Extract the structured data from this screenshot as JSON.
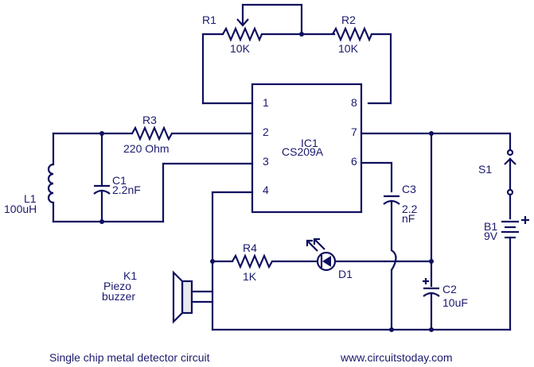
{
  "diagram": {
    "title": "Single chip metal detector circuit",
    "website": "www.circuitstoday.com",
    "colors": {
      "wire": "#0f0f5f",
      "text": "#1a1a6e",
      "background": "#ffffff",
      "buzzer_fill": "#e8e8ee"
    },
    "components": {
      "R1": {
        "ref": "R1",
        "value": "10K",
        "type": "potentiometer"
      },
      "R2": {
        "ref": "R2",
        "value": "10K",
        "type": "resistor"
      },
      "R3": {
        "ref": "R3",
        "value": "220 Ohm",
        "type": "resistor"
      },
      "R4": {
        "ref": "R4",
        "value": "1K",
        "type": "resistor"
      },
      "C1": {
        "ref": "C1",
        "value": "2.2nF",
        "type": "capacitor"
      },
      "C2": {
        "ref": "C2",
        "value": "10uF",
        "type": "electrolytic-capacitor",
        "polarity": "+"
      },
      "C3": {
        "ref": "C3",
        "value_line1": "2.2",
        "value_line2": "nF",
        "type": "capacitor"
      },
      "L1": {
        "ref": "L1",
        "value": "100uH",
        "type": "inductor"
      },
      "IC1": {
        "ref": "IC1",
        "part": "CS209A",
        "pins": [
          "1",
          "2",
          "3",
          "4",
          "8",
          "7",
          "6"
        ]
      },
      "D1": {
        "ref": "D1",
        "type": "led"
      },
      "S1": {
        "ref": "S1",
        "type": "switch"
      },
      "B1": {
        "ref": "B1",
        "value": "9V",
        "type": "battery",
        "polarity": "+"
      },
      "K1": {
        "ref": "K1",
        "line1": "Piezo",
        "line2": "buzzer",
        "type": "piezo-buzzer"
      }
    }
  }
}
